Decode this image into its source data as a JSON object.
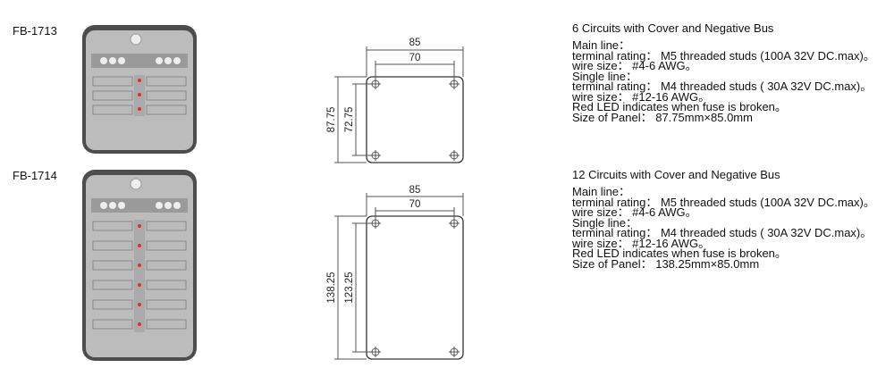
{
  "products": [
    {
      "model": "FB-1713",
      "spec": {
        "title": "6 Circuits with Cover and Negative Bus",
        "lines": [
          "Main line：",
          "terminal rating： M5 threaded studs (100A 32V DC.max)。",
          "wire size： #4-6 AWG。",
          "Single line：",
          " terminal rating： M4 threaded studs ( 30A 32V DC.max)。",
          "wire size： #12-16 AWG。",
          "Red LED indicates when fuse is broken。",
          "Size of Panel： 87.75mm×85.0mm"
        ]
      },
      "dims": {
        "outer_width": "85",
        "inner_width": "70",
        "outer_height": "87.75",
        "inner_height": "72.75"
      }
    },
    {
      "model": "FB-1714",
      "spec": {
        "title": "12 Circuits with Cover and Negative Bus",
        "lines": [
          "Main line：",
          "terminal rating： M5 threaded studs (100A 32V DC.max)。",
          "wire size： #4-6 AWG。",
          "Single line：",
          " terminal rating： M4 threaded studs ( 30A 32V DC.max)。",
          "wire size： #12-16 AWG。",
          "Red LED indicates when fuse is broken。",
          "Size of Panel： 138.25mm×85.0mm"
        ]
      },
      "dims": {
        "outer_width": "85",
        "inner_width": "70",
        "outer_height": "138.25",
        "inner_height": "123.25"
      }
    }
  ],
  "colors": {
    "line": "#555555",
    "body": "#5a5a5a",
    "led": "#e03030"
  }
}
